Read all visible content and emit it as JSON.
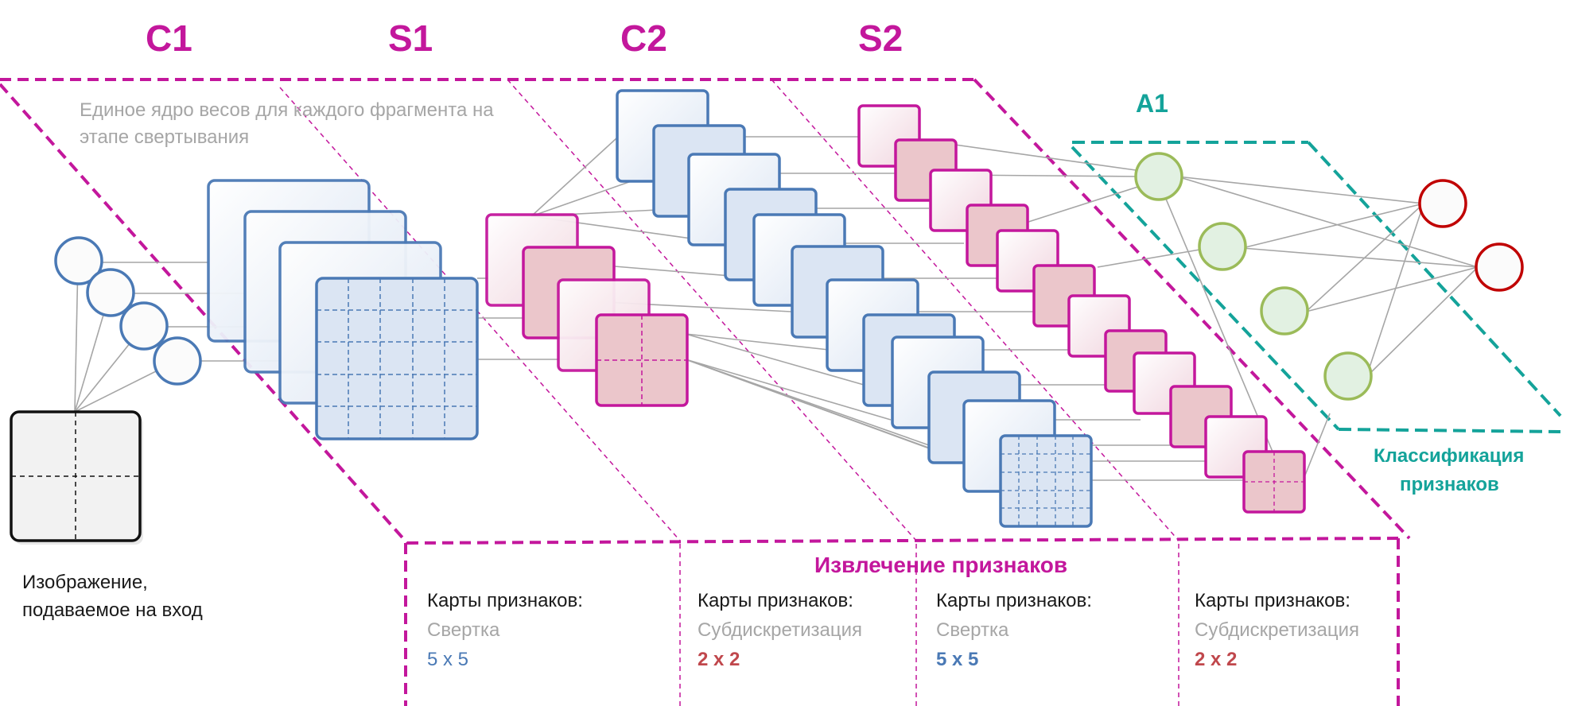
{
  "stages": {
    "c1": "C1",
    "s1": "S1",
    "c2": "C2",
    "s2": "S2",
    "a1": "A1"
  },
  "kernel_note": {
    "line1": "Единое ядро весов для каждого фрагмента на",
    "line2": "этапе свертывания"
  },
  "input_label": {
    "line1": "Изображение,",
    "line2": "подаваемое на вход"
  },
  "classification": {
    "line1": "Классификация",
    "line2": "признаков"
  },
  "extraction": {
    "title": "Извлечение признаков",
    "columns": [
      {
        "label": "Карты признаков:",
        "operation": "Свертка",
        "size": "5 x 5"
      },
      {
        "label": "Карты признаков:",
        "operation": "Субдискретизация",
        "size": "2 x 2"
      },
      {
        "label": "Карты признаков:",
        "operation": "Свертка",
        "size": "5 x 5"
      },
      {
        "label": "Карты признаков:",
        "operation": "Субдискретизация",
        "size": "2 x 2"
      }
    ]
  },
  "colors": {
    "magenta": "#c3179c",
    "teal": "#14a39a",
    "blue": "#4a79b5",
    "red": "#c0474c",
    "green": "#9bbb59",
    "dark_red": "#c00000"
  }
}
